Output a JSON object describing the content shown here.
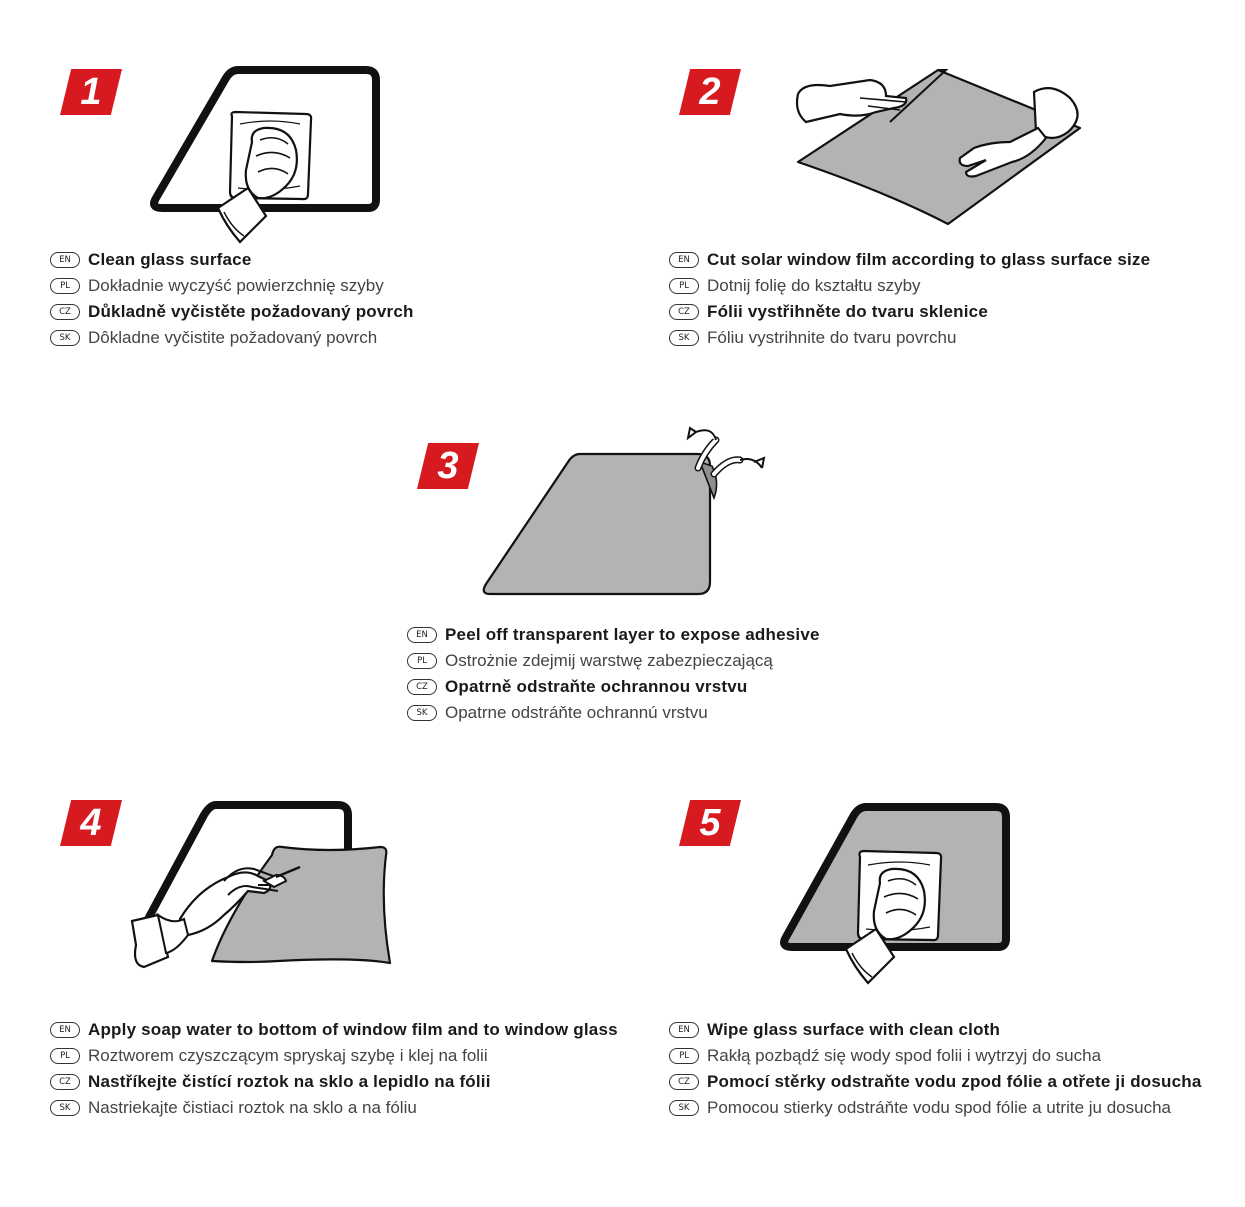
{
  "accent_color": "#d71920",
  "film_color": "#b3b3b3",
  "steps": [
    {
      "number": "1",
      "illustration": "hand-cleaning-glass-icon",
      "lines": [
        {
          "lang": "EN",
          "text": "Clean glass surface"
        },
        {
          "lang": "PL",
          "text": "Dokładnie wyczyść powierzchnię szyby"
        },
        {
          "lang": "CZ",
          "text": "Důkladně vyčistěte požadovaný povrch"
        },
        {
          "lang": "SK",
          "text": "Dôkladne vyčistite požadovaný povrch"
        }
      ]
    },
    {
      "number": "2",
      "illustration": "hands-cutting-film-icon",
      "lines": [
        {
          "lang": "EN",
          "text": "Cut solar window film according to glass surface size"
        },
        {
          "lang": "PL",
          "text": "Dotnij folię do kształtu szyby"
        },
        {
          "lang": "CZ",
          "text": "Fólii vystřihněte do tvaru sklenice"
        },
        {
          "lang": "SK",
          "text": "Fóliu vystrihnite do tvaru povrchu"
        }
      ]
    },
    {
      "number": "3",
      "illustration": "peel-layer-icon",
      "lines": [
        {
          "lang": "EN",
          "text": "Peel off transparent layer to expose adhesive"
        },
        {
          "lang": "PL",
          "text": "Ostrożnie zdejmij warstwę zabezpieczającą"
        },
        {
          "lang": "CZ",
          "text": "Opatrně odstraňte ochrannou vrstvu"
        },
        {
          "lang": "SK",
          "text": "Opatrne odstráňte ochrannú vrstvu"
        }
      ]
    },
    {
      "number": "4",
      "illustration": "spray-bottle-icon",
      "lines": [
        {
          "lang": "EN",
          "text": "Apply soap water to bottom of window film and to window glass"
        },
        {
          "lang": "PL",
          "text": "Roztworem czyszczącym spryskaj szybę i klej na folii"
        },
        {
          "lang": "CZ",
          "text": "Nastříkejte čistící roztok na sklo a lepidlo na fólii"
        },
        {
          "lang": "SK",
          "text": "Nastriekajte čistiaci roztok na sklo a na fóliu"
        }
      ]
    },
    {
      "number": "5",
      "illustration": "hand-wiping-film-icon",
      "lines": [
        {
          "lang": "EN",
          "text": "Wipe glass surface with clean cloth"
        },
        {
          "lang": "PL",
          "text": "Rakłą pozbądź się wody spod folii i wytrzyj do sucha"
        },
        {
          "lang": "CZ",
          "text": "Pomocí stěrky odstraňte vodu zpod fólie a otřete ji dosucha"
        },
        {
          "lang": "SK",
          "text": "Pomocou stierky odstráňte vodu spod fólie a utrite ju dosucha"
        }
      ]
    }
  ]
}
